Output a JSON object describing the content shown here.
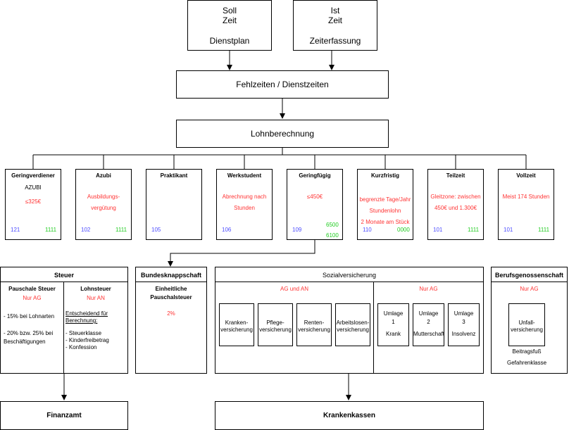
{
  "top": {
    "soll": {
      "line1": "Soll",
      "line2": "Zeit",
      "line3": "Dienstplan"
    },
    "ist": {
      "line1": "Ist",
      "line2": "Zeit",
      "line3": "Zeiterfassung"
    }
  },
  "fehlzeiten": "Fehlzeiten / Dienstzeiten",
  "lohnberechnung": "Lohnberechnung",
  "categories": [
    {
      "title": "Geringverdiener",
      "sub": "AZUBI",
      "desc": "≤325€",
      "desc2": "",
      "num1": "121",
      "num2": "1111"
    },
    {
      "title": "Azubi",
      "sub": "",
      "desc": "Ausbildungs-",
      "desc2": "vergütung",
      "num1": "102",
      "num2": "1111"
    },
    {
      "title": "Praktikant",
      "sub": "",
      "desc": "",
      "desc2": "",
      "num1": "105",
      "num2": ""
    },
    {
      "title": "Werkstudent",
      "sub": "",
      "desc": "Abrechnung nach",
      "desc2": "Stunden",
      "num1": "106",
      "num2": ""
    },
    {
      "title": "Geringfügig",
      "sub": "",
      "desc": "≤450€",
      "desc2": "",
      "num1": "109",
      "num2": "6500",
      "num3": "6100"
    },
    {
      "title": "Kurzfristig",
      "sub": "",
      "desc": "begrenzte Tage/Jahr",
      "desc2": "Stundenlohn",
      "desc3": "2 Monate am Stück",
      "num1": "110",
      "num2": "0000"
    },
    {
      "title": "Teilzeit",
      "sub": "",
      "desc": "Gleitzone: zwischen",
      "desc2": "450€ und 1.300€",
      "num1": "101",
      "num2": "1111"
    },
    {
      "title": "Vollzeit",
      "sub": "",
      "desc": "Meist 174 Stunden",
      "desc2": "",
      "num1": "101",
      "num2": "1111"
    }
  ],
  "steuer": {
    "title": "Steuer",
    "left_title": "Pauschale Steuer",
    "left_sub": "Nur AG",
    "left_l1": "- 15% bei Lohnarten",
    "left_l2": "- 20% bzw. 25% bei",
    "left_l3": "Beschäftigungen",
    "right_title": "Lohnsteuer",
    "right_sub": "Nur AN",
    "right_l1": "Entscheidend für",
    "right_l2": "Berechnung:",
    "right_l3": "- Steuerklasse",
    "right_l4": "- Kinderfreibetrag",
    "right_l5": "- Konfession"
  },
  "bundesknapp": {
    "title": "Bundesknappschaft",
    "l1": "Einheitliche",
    "l2": "Pauschalsteuer",
    "pct": "2%"
  },
  "sozial": {
    "title": "Sozialversicherung",
    "left_head": "AG und AN",
    "right_head": "Nur AG",
    "kranken1": "Kranken-",
    "kranken2": "versicherung",
    "pflege1": "Pflege-",
    "pflege2": "versicherung",
    "renten1": "Renten-",
    "renten2": "versicherung",
    "arbeit1": "Arbeitslosen-",
    "arbeit2": "versicherung",
    "u1a": "Umlage",
    "u1b": "1",
    "u1c": "Krank",
    "u2a": "Umlage",
    "u2b": "2",
    "u2c": "Mutterschaft",
    "u3a": "Umlage",
    "u3b": "3",
    "u3c": "Insolvenz"
  },
  "beruf": {
    "title": "Berufsgenossenschaft",
    "sub": "Nur AG",
    "unfall1": "Unfall-",
    "unfall2": "versicherung",
    "l1": "Beitragsfuß",
    "l2": "Gefahrenklasse"
  },
  "finanzamt": "Finanzamt",
  "krankenkassen": "Krankenkassen"
}
